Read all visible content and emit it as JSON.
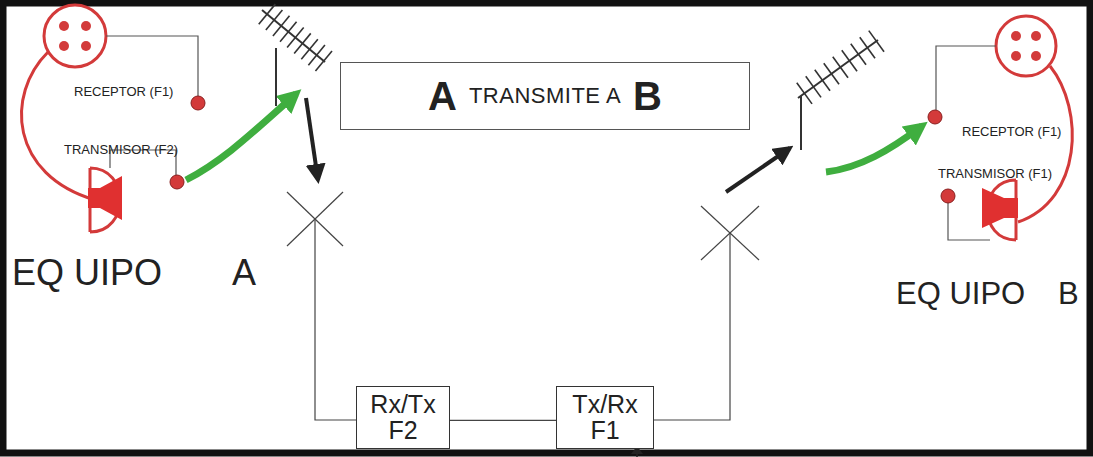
{
  "diagram": {
    "nodes": [
      {
        "text": [
          "A",
          "TRANSMITE A",
          "B"
        ]
      },
      {
        "text": [
          "Rx/Tx F2"
        ]
      },
      {
        "text": [
          "Tx/Rx F1"
        ]
      }
    ],
    "edges": [
      {
        "from": 1,
        "to": 2,
        "arrow": "none"
      }
    ],
    "labels": [
      "RECEPTOR (F1)",
      "TRANSMISOR (F2)",
      "EQ UIPO",
      "A",
      "RECEPTOR (F1)",
      "TRANSMISOR (F1)",
      "EQ UIPO",
      "B"
    ]
  }
}
